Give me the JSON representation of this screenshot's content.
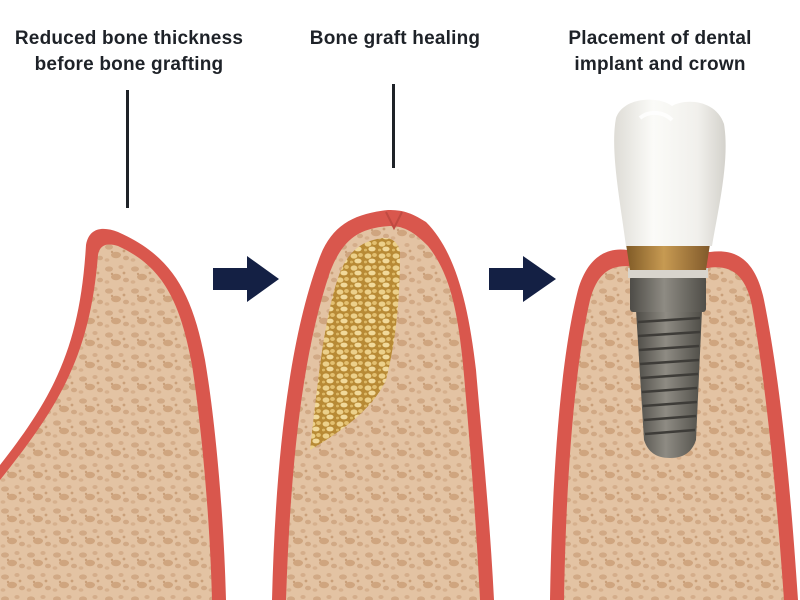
{
  "stages": [
    {
      "title_line1": "Reduced bone thickness",
      "title_line2": "before bone grafting"
    },
    {
      "title_line1": "Bone graft healing",
      "title_line2": ""
    },
    {
      "title_line1": "Placement of dental",
      "title_line2": "implant and crown"
    }
  ],
  "colors": {
    "gum": "#d9574d",
    "gum_light": "#e88a7e",
    "bone": "#e3c3a3",
    "bone_pore": "#d1a985",
    "graft": "#c9a04a",
    "graft_light": "#ecd08a",
    "arrow": "#142044",
    "crown": "#f4f4f1",
    "abutment": "#a77b3a",
    "implant": "#6c6a63",
    "label": "#1e2228"
  },
  "icons": [
    "right-arrow-icon",
    "right-arrow-icon"
  ]
}
